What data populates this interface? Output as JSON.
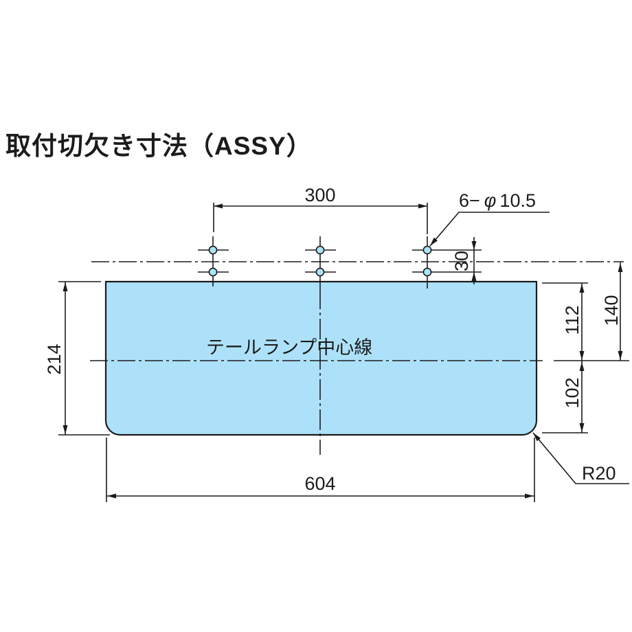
{
  "title": "取付切欠き寸法（ASSY）",
  "colors": {
    "cutout_fill": "#ADE1F9",
    "line": "#1b1b1b"
  },
  "labels": {
    "centerline": "テールランプ中心線",
    "corner_radius": "R20"
  },
  "hole_callout": {
    "count_prefix": "6−",
    "phi": "φ",
    "diameter": "10.5"
  },
  "dimensions": {
    "hole_pitch": "300",
    "hole_row_gap": "30",
    "top_to_centerline": "112",
    "holes_to_centerline": "140",
    "centerline_to_bottom": "102",
    "total_height": "214",
    "total_width": "604"
  }
}
